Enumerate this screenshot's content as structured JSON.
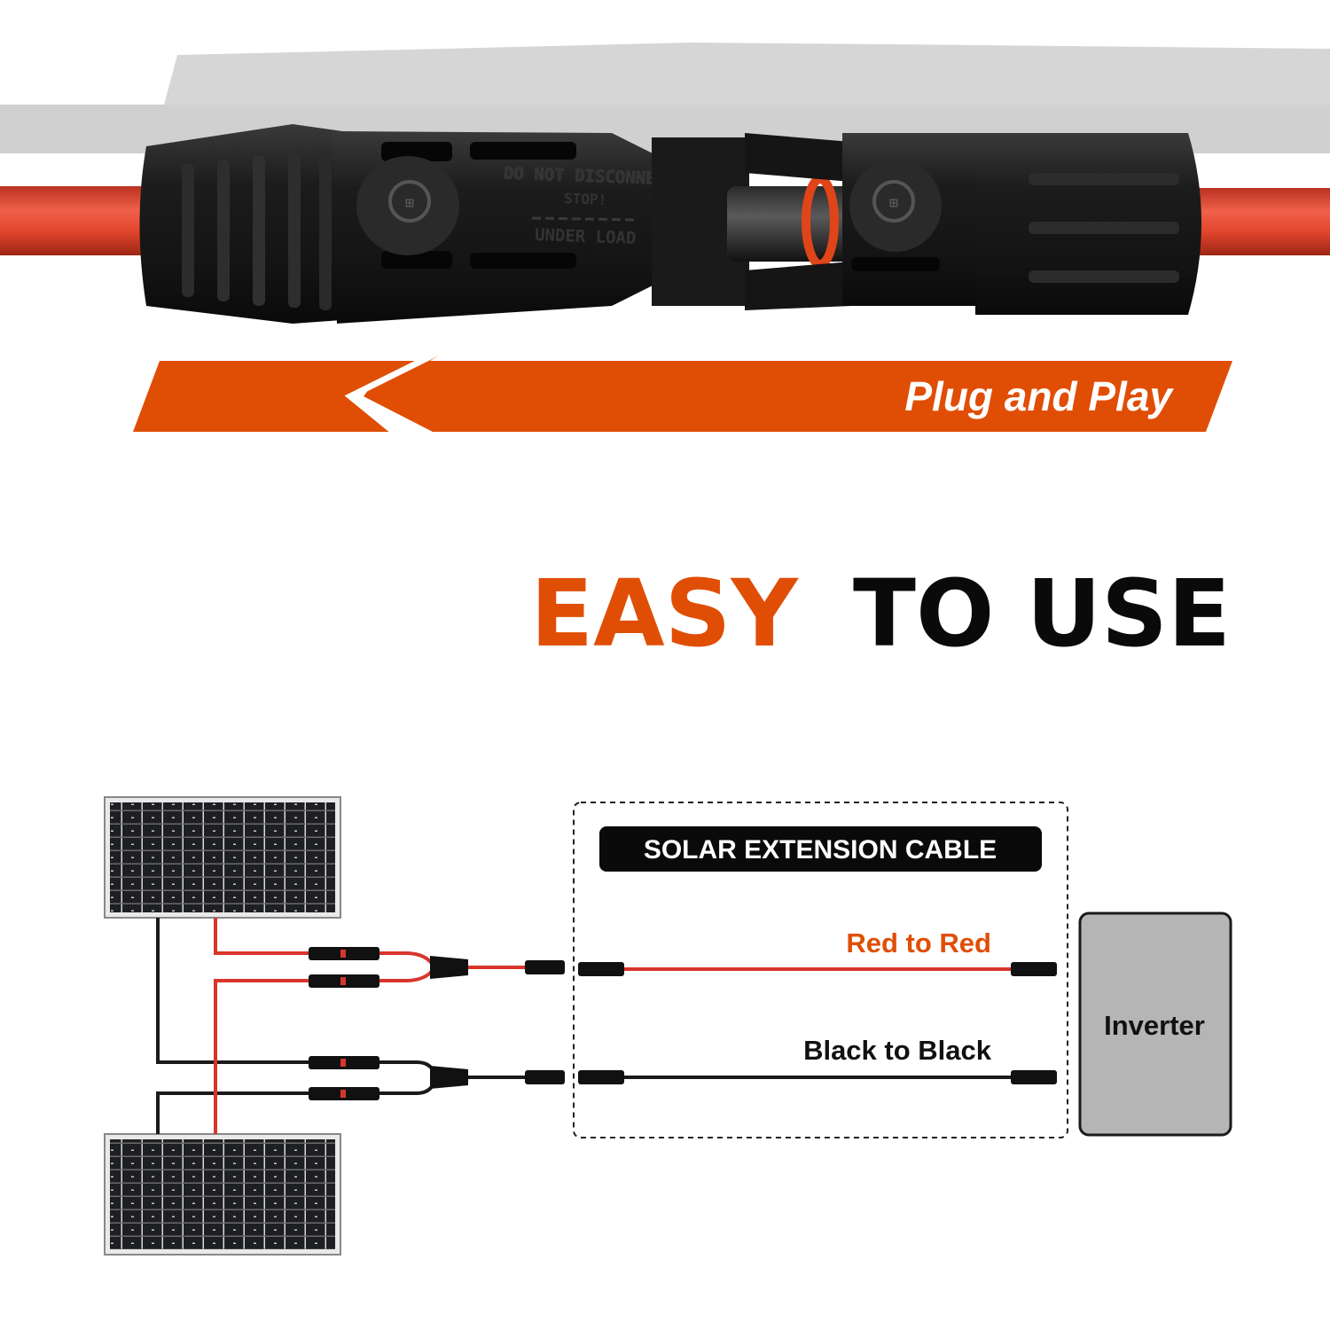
{
  "hero": {
    "connector_text": {
      "line1": "DO NOT DISCONNECT",
      "line2": "STOP!",
      "line3": "UNDER LOAD"
    },
    "banner_label": "Plug and Play",
    "colors": {
      "banner": "#E04E06",
      "cable": "#E0452C",
      "connector": "#1C1C1C",
      "oring": "#E0451A"
    }
  },
  "headline": {
    "accent_word": "EASY",
    "rest": "TO USE",
    "accent_color": "#E04E06",
    "text_color": "#0A0A0A"
  },
  "diagram": {
    "kit_label": "SOLAR EXTENSION CABLE",
    "red_label": "Red to Red",
    "black_label": "Black to Black",
    "inverter_label": "Inverter",
    "colors": {
      "red_wire": "#D8352A",
      "red_label": "#E04E06",
      "black_wire": "#1A1A1A",
      "inverter_fill": "#B5B5B5",
      "panel_cells": "#1E1F22"
    }
  }
}
